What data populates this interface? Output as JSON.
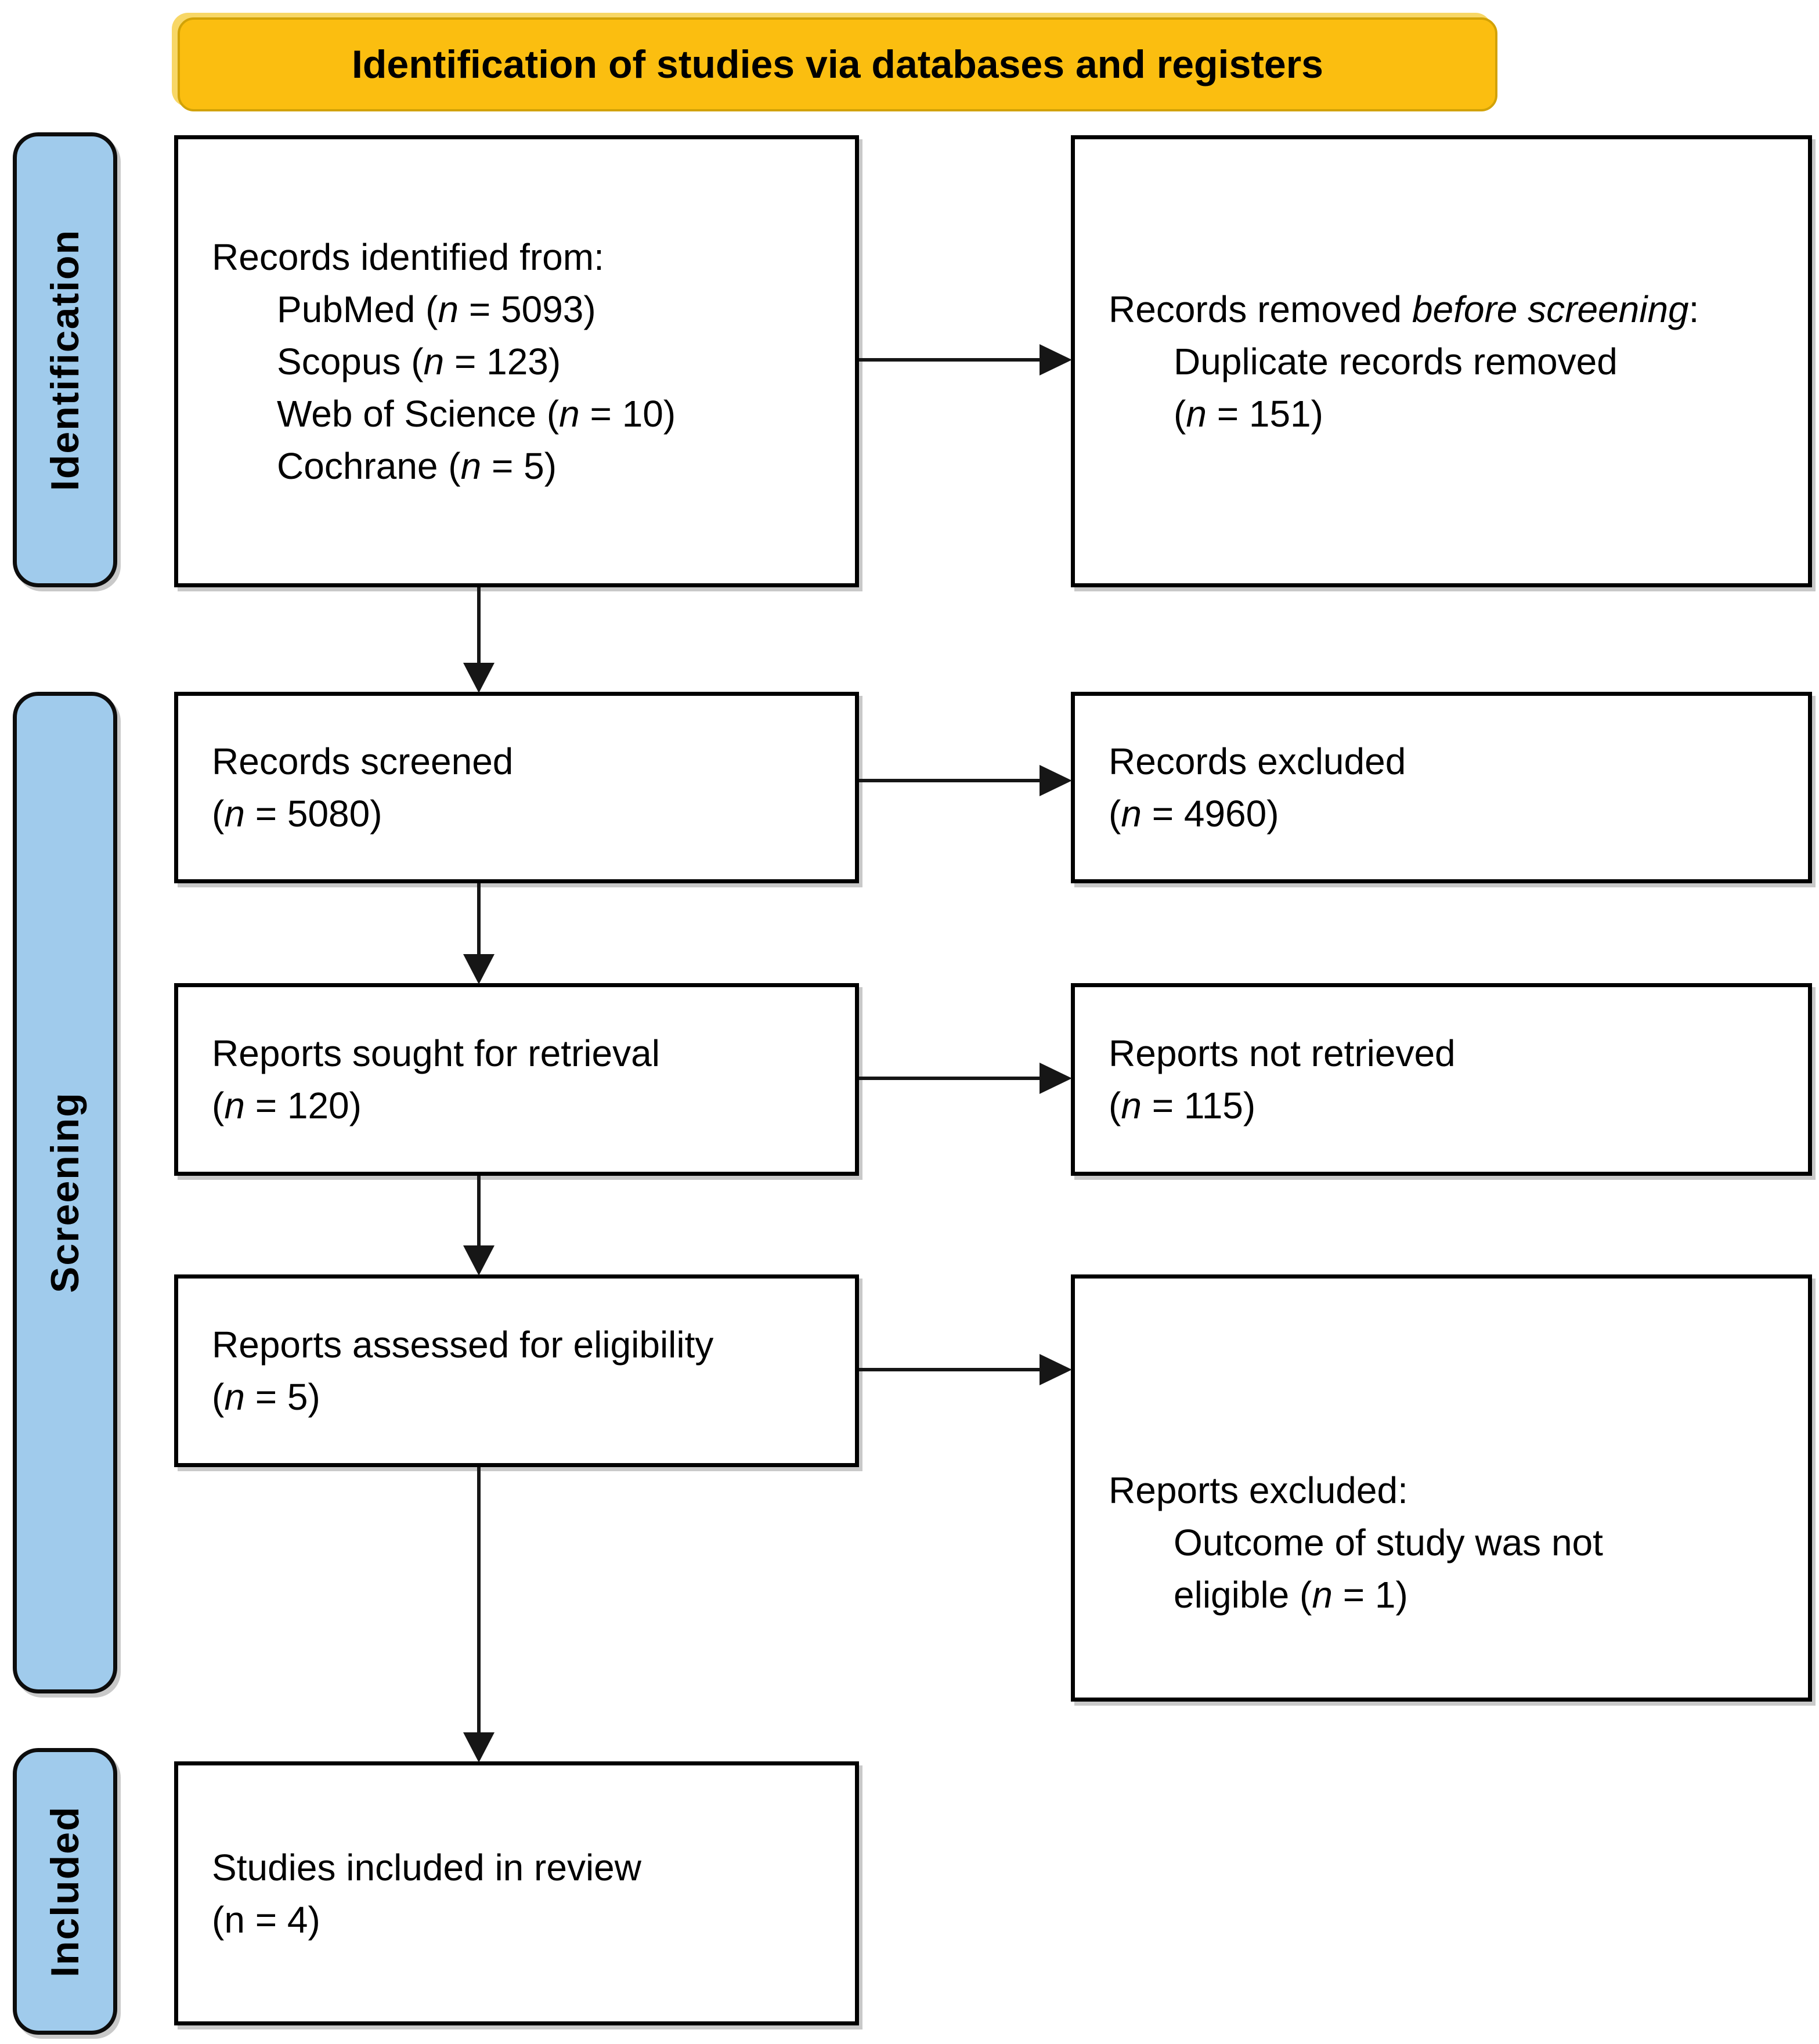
{
  "header": {
    "title": "Identification of studies via databases and registers"
  },
  "side_labels": [
    {
      "id": "identification",
      "label": "Identification"
    },
    {
      "id": "screening",
      "label": "Screening"
    },
    {
      "id": "included",
      "label": "Included"
    }
  ],
  "colors": {
    "banner_fill": "#FBBE10",
    "banner_border": "#D2A206",
    "label_fill": "#A0CBEC",
    "box_border": "#000000",
    "arrow": "#161616",
    "shadow": "#C9C9C9"
  },
  "boxes": {
    "records_identified": {
      "lines": [
        {
          "text": "Records identified from:",
          "indent": false
        },
        {
          "text": "PubMed (*n* = 5093)",
          "indent": true
        },
        {
          "text": "Scopus (*n* = 123)",
          "indent": true
        },
        {
          "text": "Web of Science (*n* = 10)",
          "indent": true
        },
        {
          "text": "Cochrane (*n* = 5)",
          "indent": true
        }
      ]
    },
    "records_removed": {
      "lines": [
        {
          "text": "Records removed *before screening*:",
          "indent": false
        },
        {
          "text": "Duplicate records removed",
          "indent": true
        },
        {
          "text": "(*n* = 151)",
          "indent": true
        }
      ]
    },
    "records_screened": {
      "lines": [
        {
          "text": "Records screened",
          "indent": false
        },
        {
          "text": "(*n* = 5080)",
          "indent": false
        }
      ]
    },
    "records_excluded": {
      "lines": [
        {
          "text": "Records excluded",
          "indent": false
        },
        {
          "text": "(*n* = 4960)",
          "indent": false
        }
      ]
    },
    "reports_sought": {
      "lines": [
        {
          "text": "Reports sought for retrieval",
          "indent": false
        },
        {
          "text": "(*n* = 120)",
          "indent": false
        }
      ]
    },
    "reports_not_retrieved": {
      "lines": [
        {
          "text": "Reports not retrieved",
          "indent": false
        },
        {
          "text": "(*n* = 115)",
          "indent": false
        }
      ]
    },
    "reports_assessed": {
      "lines": [
        {
          "text": "Reports assessed for eligibility",
          "indent": false
        },
        {
          "text": "(*n* = 5)",
          "indent": false
        }
      ]
    },
    "reports_excluded": {
      "lines": [
        {
          "text": "Reports excluded:",
          "indent": false
        },
        {
          "text": "Outcome of study was not",
          "indent": true
        },
        {
          "text": "eligible (*n* = 1)",
          "indent": true
        }
      ]
    },
    "studies_included": {
      "lines": [
        {
          "text": "Studies included in review",
          "indent": false
        },
        {
          "text": "(n = 4)",
          "indent": false
        }
      ]
    }
  }
}
